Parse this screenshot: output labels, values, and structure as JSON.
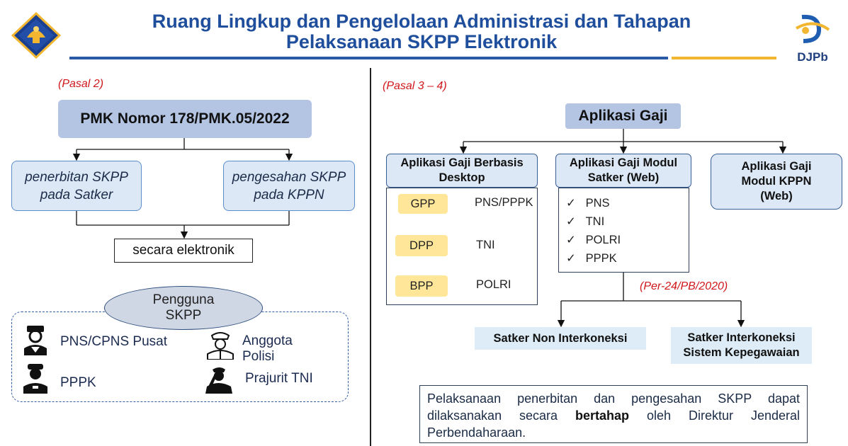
{
  "header": {
    "title_line1": "Ruang Lingkup dan Pengelolaan Administrasi dan Tahapan",
    "title_line2": "Pelaksanaan SKPP Elektronik",
    "logo_right_text": "DJPb"
  },
  "left": {
    "ref": "(Pasal 2)",
    "pmk": "PMK Nomor 178/PMK.05/2022",
    "box_left_line1": "penerbitan SKPP",
    "box_left_line2": "pada Satker",
    "box_right_line1": "pengesahan SKPP",
    "box_right_line2": "pada KPPN",
    "electronic": "secara elektronik",
    "users_title_line1": "Pengguna",
    "users_title_line2": "SKPP",
    "users": {
      "pns": "PNS/CPNS Pusat",
      "polisi_line1": "Anggota",
      "polisi_line2": "Polisi",
      "pppk": "PPPK",
      "tni": "Prajurit TNI"
    }
  },
  "right": {
    "ref": "(Pasal 3 – 4)",
    "app_main": "Aplikasi Gaji",
    "desktop_line1": "Aplikasi Gaji Berbasis",
    "desktop_line2": "Desktop",
    "satker_web_line1": "Aplikasi Gaji Modul",
    "satker_web_line2": "Satker (Web)",
    "kppn_web_line1": "Aplikasi Gaji",
    "kppn_web_line2": "Modul KPPN",
    "kppn_web_line3": "(Web)",
    "desktop_items": [
      {
        "code": "GPP",
        "target": "PNS/PPPK"
      },
      {
        "code": "DPP",
        "target": "TNI"
      },
      {
        "code": "BPP",
        "target": "POLRI"
      }
    ],
    "satker_items": [
      "PNS",
      "TNI",
      "POLRI",
      "PPPK"
    ],
    "per_ref": "(Per-24/PB/2020)",
    "satker_non": "Satker Non Interkoneksi",
    "satker_inter_line1": "Satker Interkoneksi",
    "satker_inter_line2": "Sistem Kepegawaian",
    "note_part1": "Pelaksanaan penerbitan dan pengesahan SKPP dapat dilaksanakan secara ",
    "note_bold": "bertahap",
    "note_part2": " oleh Direktur Jenderal Perbendaharaan."
  },
  "colors": {
    "title_blue": "#1f4e9c",
    "accent_gold": "#f2b630",
    "ref_red": "#d0171b",
    "pill_yellow": "#ffe699",
    "box_blue": "#b4c5e4",
    "box_soft": "#dce8f6"
  }
}
